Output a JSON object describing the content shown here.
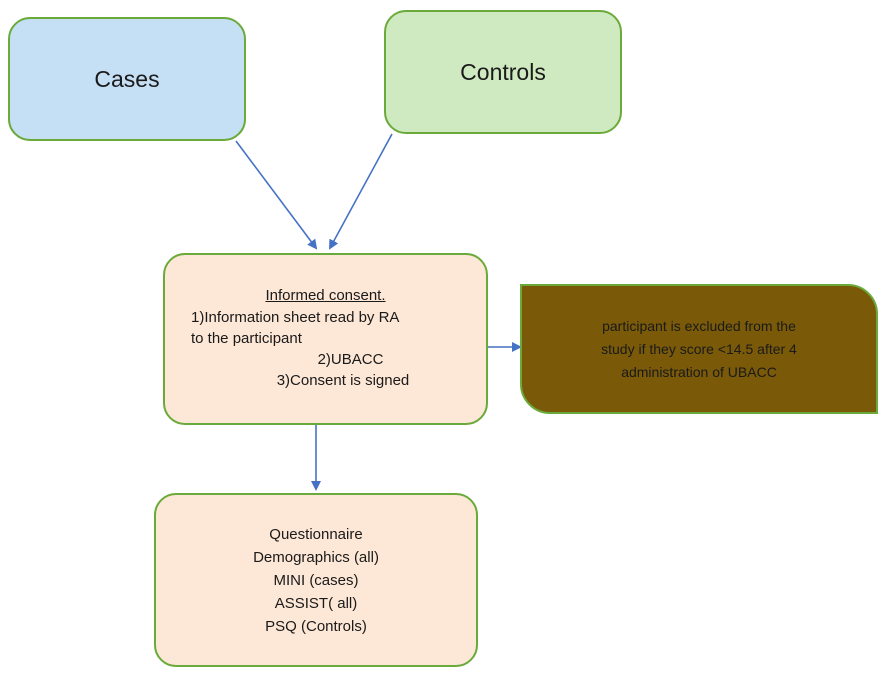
{
  "nodes": {
    "cases": {
      "label": "Cases"
    },
    "controls": {
      "label": "Controls"
    },
    "consent": {
      "title": "Informed consent.",
      "lines": [
        "1)Information sheet read by RA",
        "to the participant",
        "2)UBACC",
        "3)Consent is signed"
      ]
    },
    "excluded": {
      "lines": [
        "participant is excluded from the",
        "study if they score <14.5 after 4",
        "administration  of UBACC"
      ]
    },
    "questionnaire": {
      "lines": [
        "Questionnaire",
        "Demographics (all)",
        "MINI (cases)",
        "ASSIST( all)",
        "PSQ (Controls)"
      ]
    }
  },
  "edges": [
    {
      "from": "cases",
      "to": "consent"
    },
    {
      "from": "controls",
      "to": "consent"
    },
    {
      "from": "consent",
      "to": "excluded"
    },
    {
      "from": "consent",
      "to": "questionnaire"
    }
  ],
  "colors": {
    "cases_fill": "#c5dff5",
    "controls_fill": "#cfeac0",
    "consent_fill": "#fde7d6",
    "excluded_fill": "#7a5a08",
    "border": "#6aaa3a",
    "arrow": "#4472c4"
  }
}
